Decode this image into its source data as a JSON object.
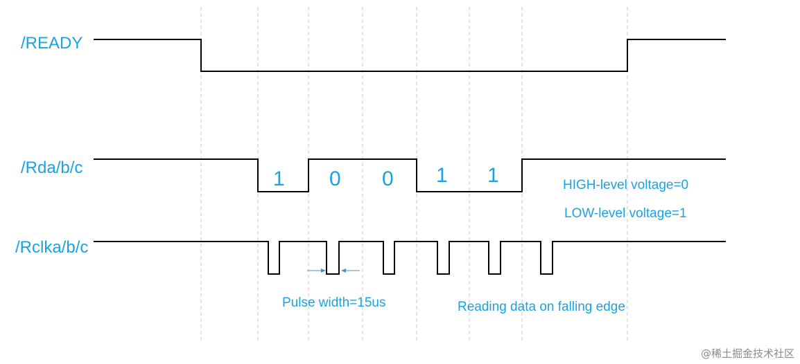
{
  "signals": {
    "ready": "/READY",
    "rda": "/Rda/b/c",
    "rclka": "/Rclka/b/c"
  },
  "bits": [
    "1",
    "0",
    "0",
    "1",
    "1"
  ],
  "notes": {
    "high_level": "HIGH-level voltage=0",
    "low_level": "LOW-level voltage=1",
    "pulse_width": "Pulse width=15us",
    "reading": "Reading data on falling edge"
  },
  "watermark": "@稀土掘金技术社区",
  "colors": {
    "label": "#1aa3e0",
    "waveform": "#000000",
    "gridline": "#c8c8c8"
  }
}
